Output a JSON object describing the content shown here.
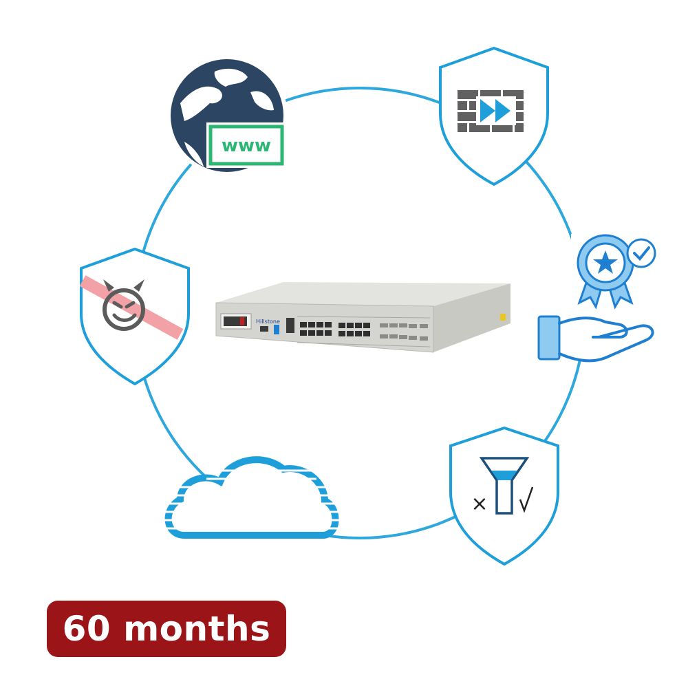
{
  "badge": {
    "duration_label": "60 months"
  },
  "device": {
    "brand_label": "Hillstone"
  },
  "web_sign": {
    "label": "www"
  },
  "colors": {
    "ring": "#2ea7dc",
    "icon_blue": "#1e9fd9",
    "badge_bg": "#9b1418",
    "globe": "#2c4562",
    "www_green": "#2bb673",
    "firewall_gray": "#616161",
    "face_gray": "#5b5b5b",
    "strike_pink": "#f2a2a6",
    "device_body": "#d4d4d0"
  },
  "icons": [
    "globe-www-icon",
    "shield-firewall-icon",
    "award-hand-icon",
    "shield-filter-icon",
    "cloud-icon",
    "shield-threat-icon"
  ]
}
